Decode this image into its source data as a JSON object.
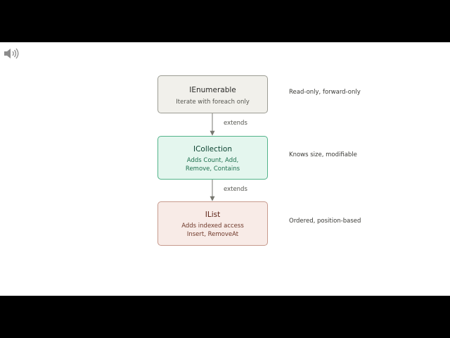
{
  "audio": {
    "icon": "speaker-icon"
  },
  "diagram": {
    "nodes": [
      {
        "title": "IEnumerable",
        "lines": [
          "Iterate with foreach only"
        ],
        "note": "Read-only, forward-only",
        "fill": "#f1f0eb",
        "stroke": "#9c9c93"
      },
      {
        "title": "ICollection",
        "lines": [
          "Adds Count, Add,",
          "Remove, Contains"
        ],
        "note": "Knows size, modifiable",
        "fill": "#e4f6ee",
        "stroke": "#52b389"
      },
      {
        "title": "IList",
        "lines": [
          "Adds indexed access",
          "Insert, RemoveAt"
        ],
        "note": "Ordered, position-based",
        "fill": "#f8ebe7",
        "stroke": "#c79a8d"
      }
    ],
    "edges": [
      {
        "label": "extends"
      },
      {
        "label": "extends"
      }
    ]
  }
}
